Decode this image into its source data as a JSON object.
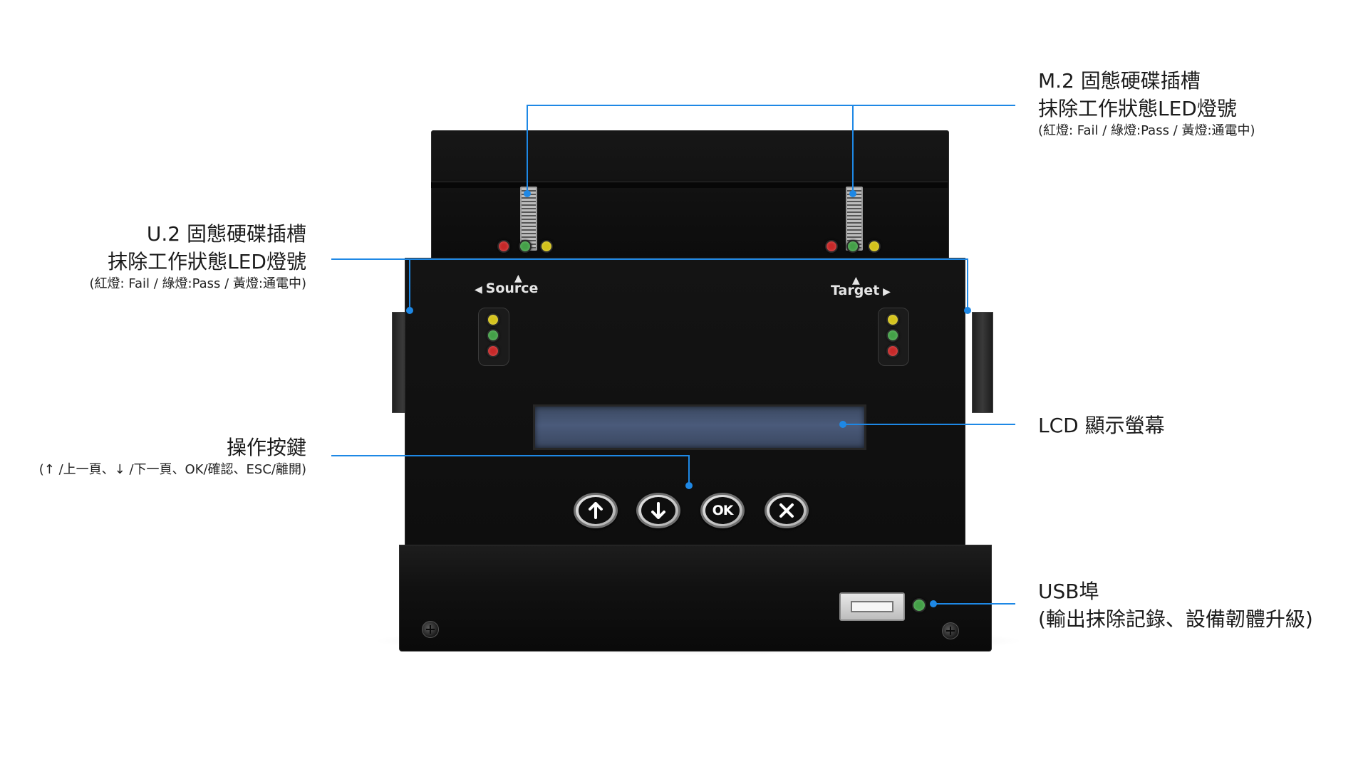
{
  "callouts": {
    "m2": {
      "line1": "M.2 固態硬碟插槽",
      "line2": "抹除工作狀態LED燈號",
      "line3": "(紅燈: Fail / 綠燈:Pass / 黃燈:通電中)"
    },
    "u2": {
      "line1": "U.2 固態硬碟插槽",
      "line2": "抹除工作狀態LED燈號",
      "line3": "(紅燈: Fail / 綠燈:Pass / 黃燈:通電中)"
    },
    "buttons": {
      "line1": "操作按鍵",
      "line2": "(↑ /上一頁、↓ /下一頁、OK/確認、ESC/離開)"
    },
    "lcd": {
      "line1": "LCD 顯示螢幕"
    },
    "usb": {
      "line1": "USB埠",
      "line2": "(輸出抹除記錄、設備韌體升級)"
    }
  },
  "device": {
    "source_label": "Source",
    "target_label": "Target",
    "ok_button_label": "OK",
    "icons": {
      "up": "arrow-up-icon",
      "down": "arrow-down-icon",
      "esc": "close-x-icon"
    }
  },
  "colors": {
    "callout_line": "#1e88e5",
    "led_red": "#c62828",
    "led_green": "#43a047",
    "led_yellow": "#d4c21a",
    "lcd": "#4a5a7a"
  }
}
